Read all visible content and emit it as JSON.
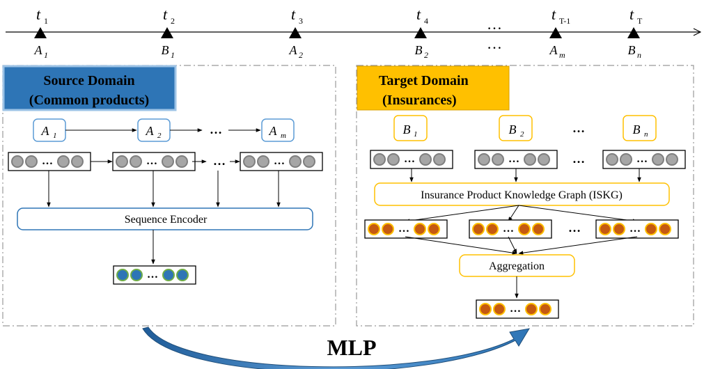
{
  "timeline": {
    "points": [
      {
        "t": "t",
        "t_sub": "1",
        "item": "A",
        "item_sub": "1"
      },
      {
        "t": "t",
        "t_sub": "2",
        "item": "B",
        "item_sub": "1"
      },
      {
        "t": "t",
        "t_sub": "3",
        "item": "A",
        "item_sub": "2"
      },
      {
        "t": "t",
        "t_sub": "4",
        "item": "B",
        "item_sub": "2"
      },
      {
        "t": "t",
        "t_sub": "T-1",
        "item": "A",
        "item_sub": "m"
      },
      {
        "t": "t",
        "t_sub": "T",
        "item": "B",
        "item_sub": "n"
      }
    ],
    "ellipsis": "…"
  },
  "source": {
    "title_line1": "Source Domain",
    "title_line2": "(Common products)",
    "items": [
      {
        "letter": "A",
        "sub": "1"
      },
      {
        "letter": "A",
        "sub": "2"
      },
      {
        "letter": "A",
        "sub": "m"
      }
    ],
    "ellipsis": "…",
    "encoder_label": "Sequence Encoder",
    "colors": {
      "title_bg": "#2e75b6",
      "title_border": "#9dc3e6",
      "output_dot": "#2e75b6",
      "output_ring": "#70ad47"
    }
  },
  "target": {
    "title_line1": "Target Domain",
    "title_line2": "(Insurances)",
    "items": [
      {
        "letter": "B",
        "sub": "1"
      },
      {
        "letter": "B",
        "sub": "2"
      },
      {
        "letter": "B",
        "sub": "n"
      }
    ],
    "ellipsis": "…",
    "kg_label": "Insurance Product Knowledge Graph (ISKG)",
    "aggregation_label": "Aggregation",
    "colors": {
      "title_bg": "#ffc000",
      "box_border": "#ffc000",
      "dot": "#c55a11",
      "ring": "#ffc000"
    }
  },
  "vector_ellipsis": "…",
  "mlp_label": "MLP",
  "colors": {
    "gray_dot": "#a6a6a6",
    "arrow_blue": "#2e75b6"
  }
}
